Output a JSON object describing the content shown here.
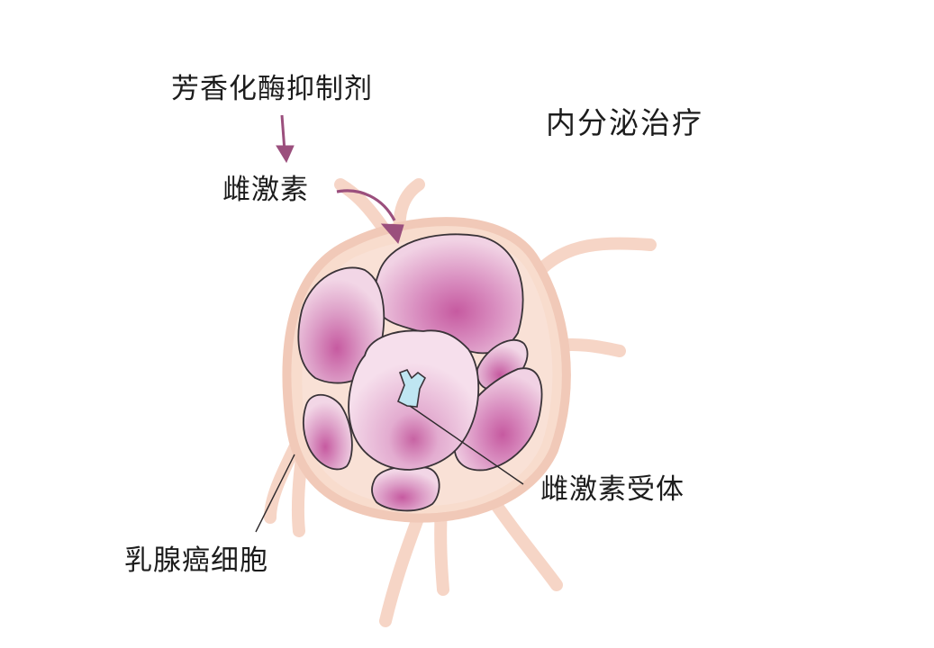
{
  "title": "内分泌治疗",
  "labels": {
    "aromatase_inhibitor": "芳香化酶抑制剂",
    "estrogen": "雌激素",
    "estrogen_receptor": "雌激素受体",
    "breast_cancer_cell": "乳腺癌细胞"
  },
  "relations": [
    {
      "from": "芳香化酶抑制剂",
      "to": "雌激素",
      "type": "arrow-down"
    },
    {
      "from": "雌激素",
      "to": "乳腺癌细胞",
      "type": "curved-arrow"
    },
    {
      "from": "雌激素受体",
      "to": "receptor-shape",
      "type": "leader-line"
    },
    {
      "from": "乳腺癌细胞",
      "to": "cell-body",
      "type": "leader-line"
    }
  ],
  "colors": {
    "background": "#ffffff",
    "text": "#1c1c1c",
    "arrow": "#9b4f7d",
    "cell_outer": "#f6d6c8",
    "cell_body": "#eecbd9",
    "lobe_fill": "#e8b7d2",
    "lobe_dark": "#c2589d",
    "receptor": "#bfe6f2",
    "outline": "#3a3338"
  }
}
